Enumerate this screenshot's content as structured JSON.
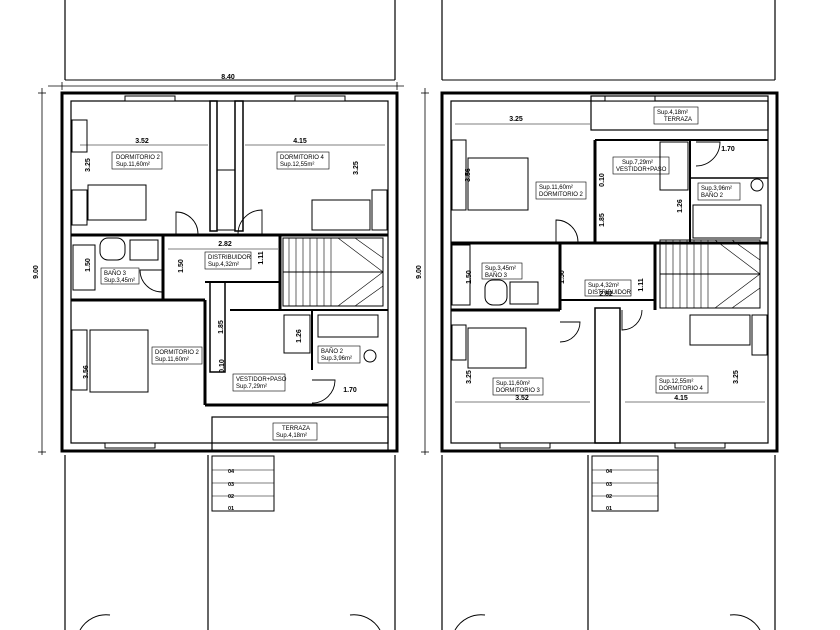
{
  "left_plan": {
    "dims": {
      "overall_width": "8.40",
      "overall_height": "9.00",
      "d352": "3.52",
      "d415": "4.15",
      "d325a": "3.25",
      "d325b": "3.25",
      "d282": "2.82",
      "d150a": "1.50",
      "d150b": "1.50",
      "d111": "1.11",
      "d185": "1.85",
      "d126": "1.26",
      "d010": "0.10",
      "d356": "3.56",
      "d170": "1.70"
    },
    "rooms": {
      "dorm2_top": {
        "name": "DORMITORIO  2",
        "area": "Sup.11,60m²"
      },
      "dorm4": {
        "name": "DORMITORIO  4",
        "area": "Sup.12,55m²"
      },
      "distribuidor": {
        "name": "DISTRIBUIDOR",
        "area": "Sup.4,32m²"
      },
      "bano3": {
        "name": "BAÑO  3",
        "area": "Sup.3,45m²"
      },
      "dorm2_bottom": {
        "name": "DORMITORIO  2",
        "area": "Sup.11,60m²"
      },
      "bano2": {
        "name": "BAÑO  2",
        "area": "Sup.3,96m²"
      },
      "vestidor": {
        "name": "VESTIDOR+PASO",
        "area": "Sup.7,29m²"
      },
      "terraza": {
        "name": "TERRAZA",
        "area": "Sup.4,18m²"
      }
    },
    "stairs": [
      "04",
      "03",
      "02",
      "01"
    ]
  },
  "right_plan": {
    "dims": {
      "overall_height": "9.00",
      "d325_top": "3.25",
      "d170": "1.70",
      "d356": "3.56",
      "d010": "0.10",
      "d185": "1.85",
      "d126": "1.26",
      "d150a": "1.50",
      "d150b": "1.50",
      "d282": "2.82",
      "d111": "1.11",
      "d325_left": "3.25",
      "d352": "3.52",
      "d415": "4.15",
      "d325_right": "3.25"
    },
    "rooms": {
      "terraza": {
        "name": "TERRAZA",
        "area": "Sup.4,18m²"
      },
      "vestidor": {
        "name": "VESTIDOR+PASO",
        "area": "Sup.7,29m²"
      },
      "dorm2": {
        "name": "DORMITORIO  2",
        "area": "Sup.11,60m²"
      },
      "bano2": {
        "name": "BAÑO  2",
        "area": "Sup.3,96m²"
      },
      "bano3": {
        "name": "BAÑO  3",
        "area": "Sup.3,45m²"
      },
      "distribuidor": {
        "name": "DISTRIBUIDOR",
        "area": "Sup.4,32m²"
      },
      "dorm3": {
        "name": "DORMITORIO  3",
        "area": "Sup.11,60m²"
      },
      "dorm4": {
        "name": "DORMITORIO  4",
        "area": "Sup.12,55m²"
      }
    },
    "stairs": [
      "04",
      "03",
      "02",
      "01"
    ]
  }
}
